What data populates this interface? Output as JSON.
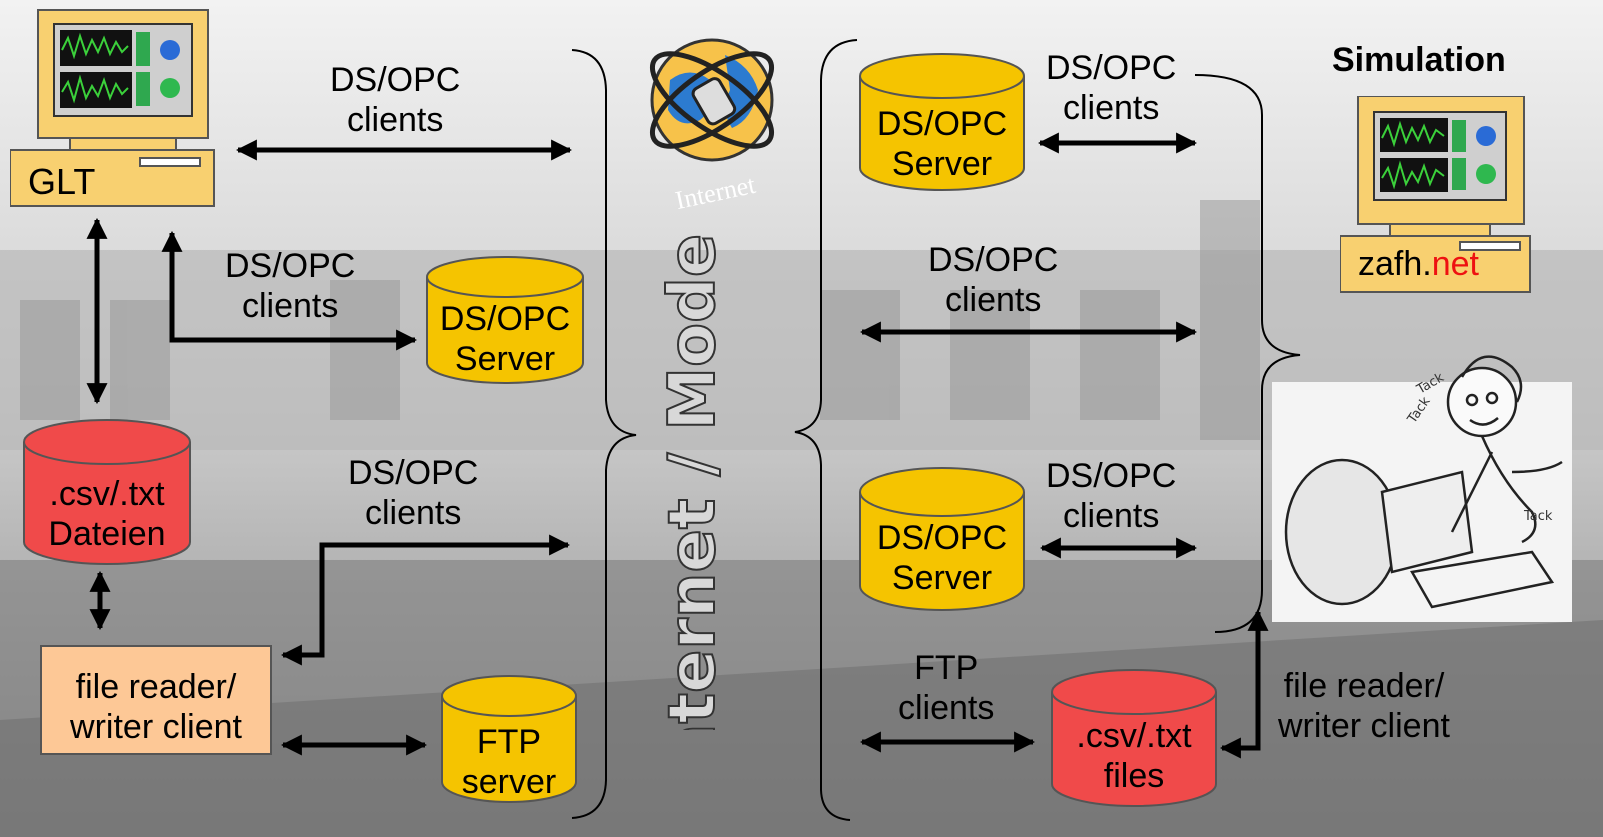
{
  "diagram": {
    "colors": {
      "server_fill": "#f5c400",
      "file_fill": "#f04a4a",
      "reader_fill": "#fdc896",
      "monitor_fill": "#f8d070",
      "net_red": "#ee1111"
    },
    "glt_pc": {
      "label": "GLT"
    },
    "simulation": {
      "title": "Simulation",
      "pc_label_part1": "zafh.",
      "pc_label_part2": "net"
    },
    "internet_icon": {
      "caption": "Internet"
    },
    "vertical_title": "Internet / Modem",
    "labels": {
      "left_top_clients": [
        "DS/OPC",
        "clients"
      ],
      "left_mid_clients": [
        "DS/OPC",
        "clients"
      ],
      "left_low_clients": [
        "DS/OPC",
        "clients"
      ],
      "right_top_clients": [
        "DS/OPC",
        "clients"
      ],
      "right_mid_clients": [
        "DS/OPC",
        "clients"
      ],
      "right_low_clients": [
        "DS/OPC",
        "clients"
      ],
      "right_ftp_clients": [
        "FTP",
        "clients"
      ],
      "right_file_rw": [
        "file reader/",
        "writer client"
      ]
    },
    "cylinders": {
      "left_server": [
        "DS/OPC",
        "Server"
      ],
      "left_ftp": [
        "FTP",
        "server"
      ],
      "left_files": [
        ".csv/.txt",
        "Dateien"
      ],
      "right_server_top": [
        "DS/OPC",
        "Server"
      ],
      "right_server_low": [
        "DS/OPC",
        "Server"
      ],
      "right_files": [
        ".csv/.txt",
        "files"
      ]
    },
    "file_rw_box": [
      "file reader/",
      "writer client"
    ]
  }
}
